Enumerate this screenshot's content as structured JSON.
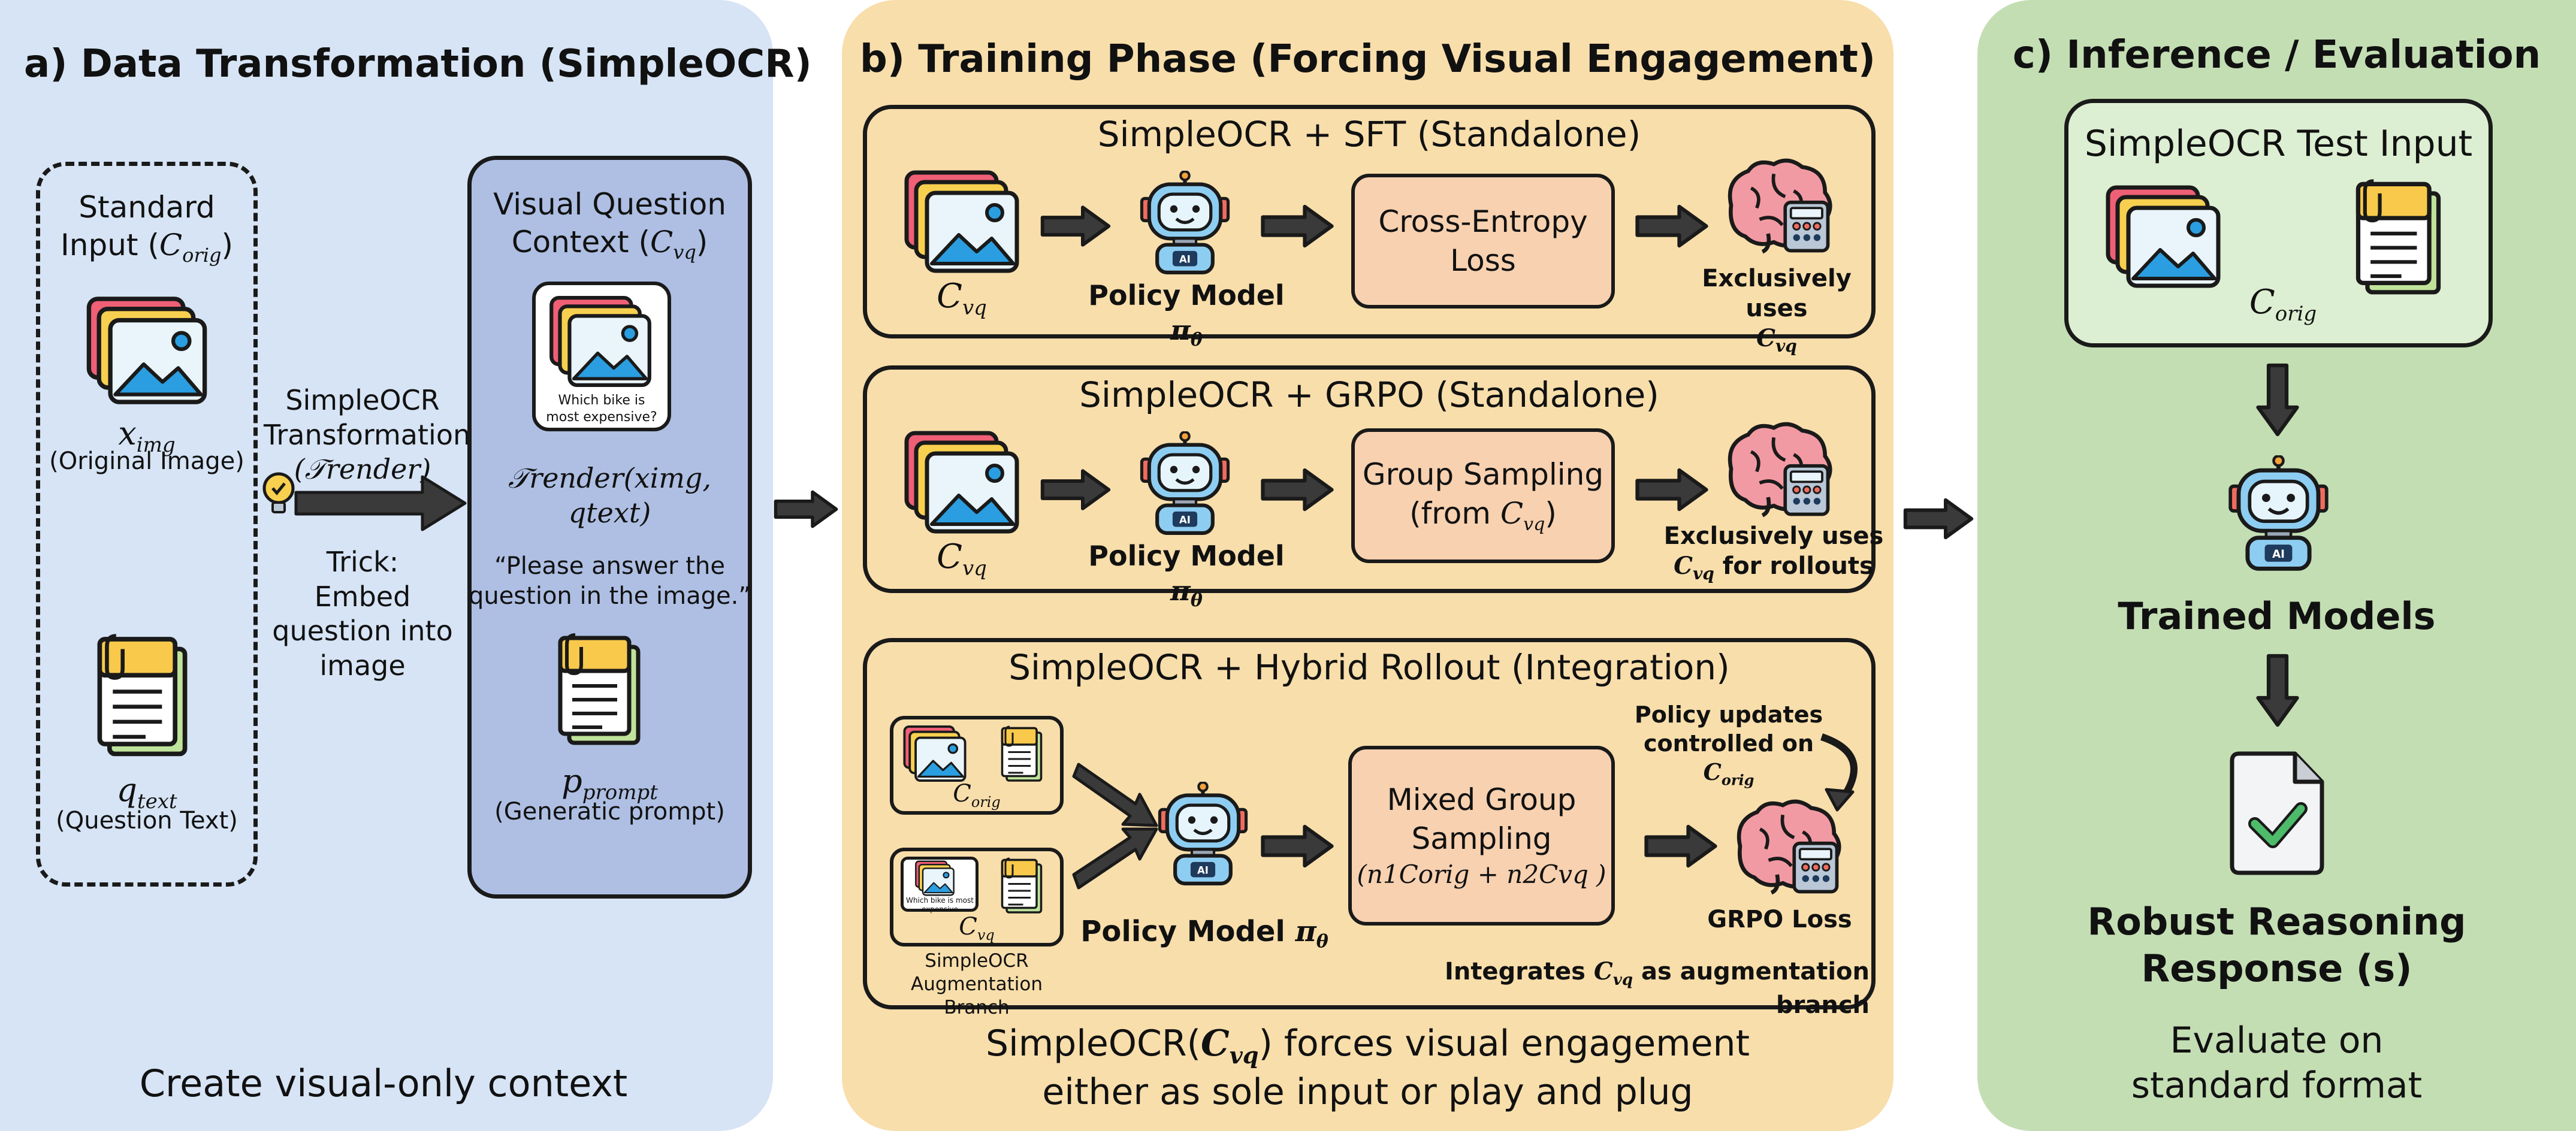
{
  "panel_a": {
    "title": "a) Data Transformation (SimpleOCR)",
    "standard_input_line1": "Standard",
    "standard_input_line2": "Input (",
    "c_orig_symbol": "C",
    "c_orig_sub": "orig",
    "close_paren": ")",
    "x_img_symbol": "x",
    "x_img_sub": "img",
    "x_img_caption": "(Original Image)",
    "q_text_symbol": "q",
    "q_text_sub": "text",
    "q_text_caption": "(Question Text)",
    "transform_line1": "SimpleOCR",
    "transform_line2": "Transformation",
    "transform_symbol": "(𝒯render)",
    "trick_lines": [
      "Trick:",
      "Embed",
      "question into",
      "image"
    ],
    "vq_title_line1": "Visual Question",
    "vq_title_line2": "Context (",
    "c_vq_symbol": "C",
    "c_vq_sub": "vq",
    "thumb_caption_line1": "Which bike is",
    "thumb_caption_line2": "most expensive?",
    "render_formula": "𝒯render(ximg, qtext)",
    "prompt_quote_line1": "“Please answer the",
    "prompt_quote_line2": "question in the image.”",
    "p_prompt_symbol": "p",
    "p_prompt_sub": "prompt",
    "p_prompt_caption": "(Generatic prompt)",
    "footer": "Create visual-only context"
  },
  "panel_b": {
    "title": "b) Training Phase (Forcing Visual Engagement)",
    "sft": {
      "title": "SimpleOCR + SFT (Standalone)",
      "input_symbol": "C",
      "input_sub": "vq",
      "policy_label": "Policy Model ",
      "policy_symbol": "π",
      "policy_sub": "θ",
      "loss_line1": "Cross-Entropy",
      "loss_line2": "Loss",
      "uses_line1": "Exclusively uses",
      "uses_symbol": "C",
      "uses_sub": "vq"
    },
    "grpo": {
      "title": "SimpleOCR + GRPO (Standalone)",
      "input_symbol": "C",
      "input_sub": "vq",
      "policy_label": "Policy Model ",
      "policy_symbol": "π",
      "policy_sub": "θ",
      "sampling_line1": "Group Sampling",
      "sampling_line2": "(from ",
      "sampling_symbol": "C",
      "sampling_sub": "vq",
      "sampling_close": ")",
      "uses_line1": "Exclusively uses",
      "uses_symbol": "C",
      "uses_sub": "vq",
      "uses_tail": " for rollouts"
    },
    "hybrid": {
      "title": "SimpleOCR + Hybrid Rollout (Integration)",
      "c_orig_symbol": "C",
      "c_orig_sub": "orig",
      "c_vq_symbol": "C",
      "c_vq_sub": "vq",
      "thumb_caption": "Which bike is most expensive",
      "branch_line1": "SimpleOCR Augmentation",
      "branch_line2": "Branch",
      "policy_label": "Policy Model ",
      "policy_symbol": "π",
      "policy_sub": "θ",
      "mixed_line1": "Mixed Group",
      "mixed_line2": "Sampling",
      "mixed_formula": "(n1Corig + n2Cvq )",
      "updates_line1": "Policy updates",
      "updates_line2": "controlled on",
      "updates_symbol": "C",
      "updates_sub": "orig",
      "loss_label": "GRPO Loss",
      "integrates_prefix": "Integrates ",
      "integrates_symbol": "C",
      "integrates_sub": "vq",
      "integrates_suffix": " as augmentation branch"
    },
    "footer_line1_prefix": "SimpleOCR(",
    "footer_symbol": "C",
    "footer_sub": "vq",
    "footer_line1_suffix": ") forces visual engagement",
    "footer_line2": "either as sole input or play and plug"
  },
  "panel_c": {
    "title": "c) Inference / Evaluation",
    "test_input_title": "SimpleOCR Test Input",
    "c_orig_symbol": "C",
    "c_orig_sub": "orig",
    "trained_models": "Trained Models",
    "robust_line1": "Robust Reasoning",
    "robust_line2": "Response (s)",
    "footer_line1": "Evaluate on",
    "footer_line2": "standard format"
  },
  "colors": {
    "panel_a_bg": "#d6e4f5",
    "vq_box_bg": "#aebfe3",
    "panel_b_bg": "#f8deab",
    "panel_c_bg": "#c4deb4",
    "test_input_bg": "#ddefd2",
    "loss_box_bg": "#f7d1b0",
    "arrow": "#3a3a3a"
  },
  "icons": [
    "image-stack-icon",
    "document-icon",
    "robot-icon",
    "brain-calculator-icon",
    "lightbulb-icon",
    "check-file-icon",
    "arrow-icon"
  ]
}
